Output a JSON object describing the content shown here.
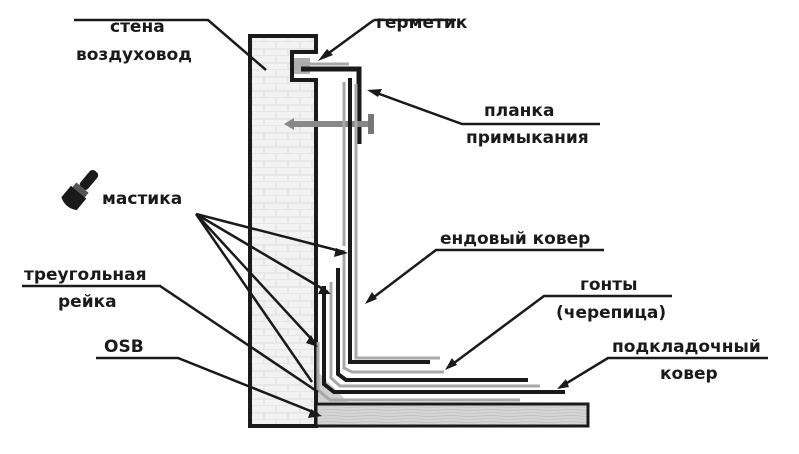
{
  "labels": {
    "wall_line1": "стена",
    "wall_line2": "воздуховод",
    "sealant": "герметик",
    "strip_line1": "планка",
    "strip_line2": "примыкания",
    "mastic": "мастика",
    "valley_carpet": "ендовый ковер",
    "triangle_line1": "треугольная",
    "triangle_line2": "рейка",
    "shingles_line1": "гонты",
    "shingles_line2": "(черепица)",
    "osb": "OSB",
    "underlay_line1": "подкладочный",
    "underlay_line2": "ковер"
  },
  "icons": {
    "brush": "paint-brush-icon"
  },
  "colors": {
    "ink": "#1a1a1a",
    "membrane_gray": "#a8a8a8",
    "wall_fill": "#f1f1f1",
    "osb_fill": "#d8d8d8",
    "nail": "#888888"
  }
}
